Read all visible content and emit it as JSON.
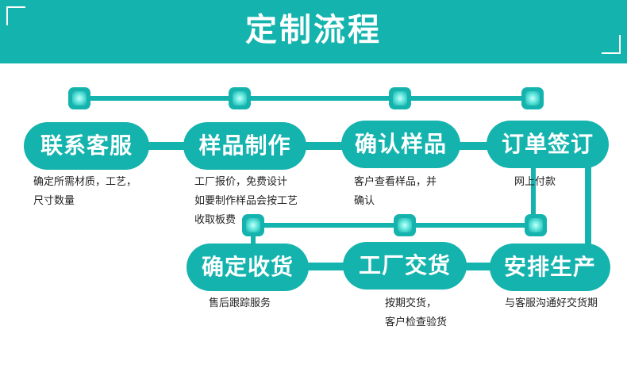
{
  "title": "定制流程",
  "steps": [
    {
      "label": "联系客服",
      "desc": [
        "确定所需材质，工艺，",
        "尺寸数量"
      ]
    },
    {
      "label": "样品制作",
      "desc": [
        "工厂报价，免费设计",
        "如要制作样品会按工艺",
        "收取板费"
      ]
    },
    {
      "label": "确认样品",
      "desc": [
        "客户查看样品，并",
        "确认"
      ]
    },
    {
      "label": "订单签订",
      "desc": [
        "网上付款"
      ]
    },
    {
      "label": "安排生产",
      "desc": [
        "与客服沟通好交货期"
      ]
    },
    {
      "label": "工厂交货",
      "desc": [
        "按期交货，",
        "客户检查验货"
      ]
    },
    {
      "label": "确定收货",
      "desc": [
        "售后跟踪服务"
      ]
    }
  ],
  "colors": {
    "accent": "#14b3ae",
    "text": "#222222",
    "background": "#ffffff"
  }
}
